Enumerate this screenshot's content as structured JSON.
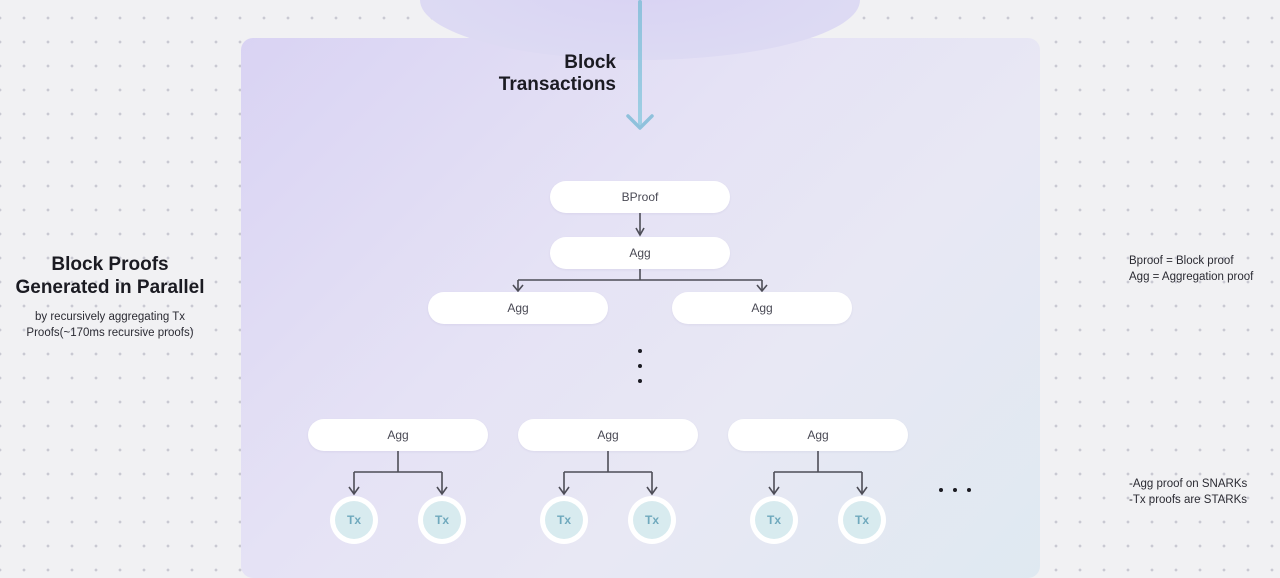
{
  "diagram": {
    "top_label_line1": "Block",
    "top_label_line2": "Transactions",
    "nodes": {
      "root": "BProof",
      "level1": "Agg",
      "level2_left": "Agg",
      "level2_right": "Agg",
      "bottom": [
        "Agg",
        "Agg",
        "Agg"
      ],
      "tx": [
        "Tx",
        "Tx",
        "Tx",
        "Tx",
        "Tx",
        "Tx"
      ]
    },
    "vertical_ellipsis": "⋮",
    "horizontal_ellipsis": "• • •"
  },
  "left_panel": {
    "heading_line1": "Block Proofs",
    "heading_line2": "Generated in Parallel",
    "sub_line1": "by recursively aggregating Tx",
    "sub_line2": "Proofs(~170ms recursive proofs)"
  },
  "legend": {
    "line1": "Bproof = Block proof",
    "line2": "Agg = Aggregation proof",
    "note1": "-Agg proof on SNARKs",
    "note2": "-Tx proofs are STARKs"
  },
  "colors": {
    "panel_start": "#d9d3f3",
    "panel_end": "#dfe9f1",
    "arrow": "#8fc1dc",
    "tx_fill": "#d8ebef",
    "tx_text": "#6fa9bd",
    "connector": "#4d4d57"
  }
}
